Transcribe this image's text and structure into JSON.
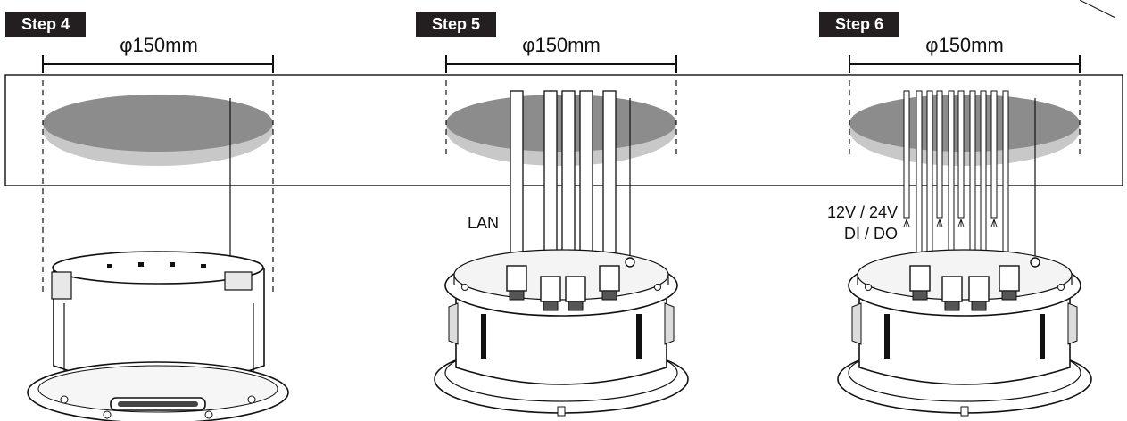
{
  "steps": [
    {
      "label": "Step 4",
      "diameter": "φ150mm"
    },
    {
      "label": "Step 5",
      "diameter": "φ150mm",
      "callouts": [
        "LAN"
      ]
    },
    {
      "label": "Step 6",
      "diameter": "φ150mm",
      "callouts": [
        "12V / 24V",
        "DI / DO"
      ]
    }
  ],
  "colors": {
    "label_background": "#231f20",
    "hole_fill": "#8c8c8c",
    "hole_rim": "#c8c8c8",
    "line": "#111111"
  }
}
